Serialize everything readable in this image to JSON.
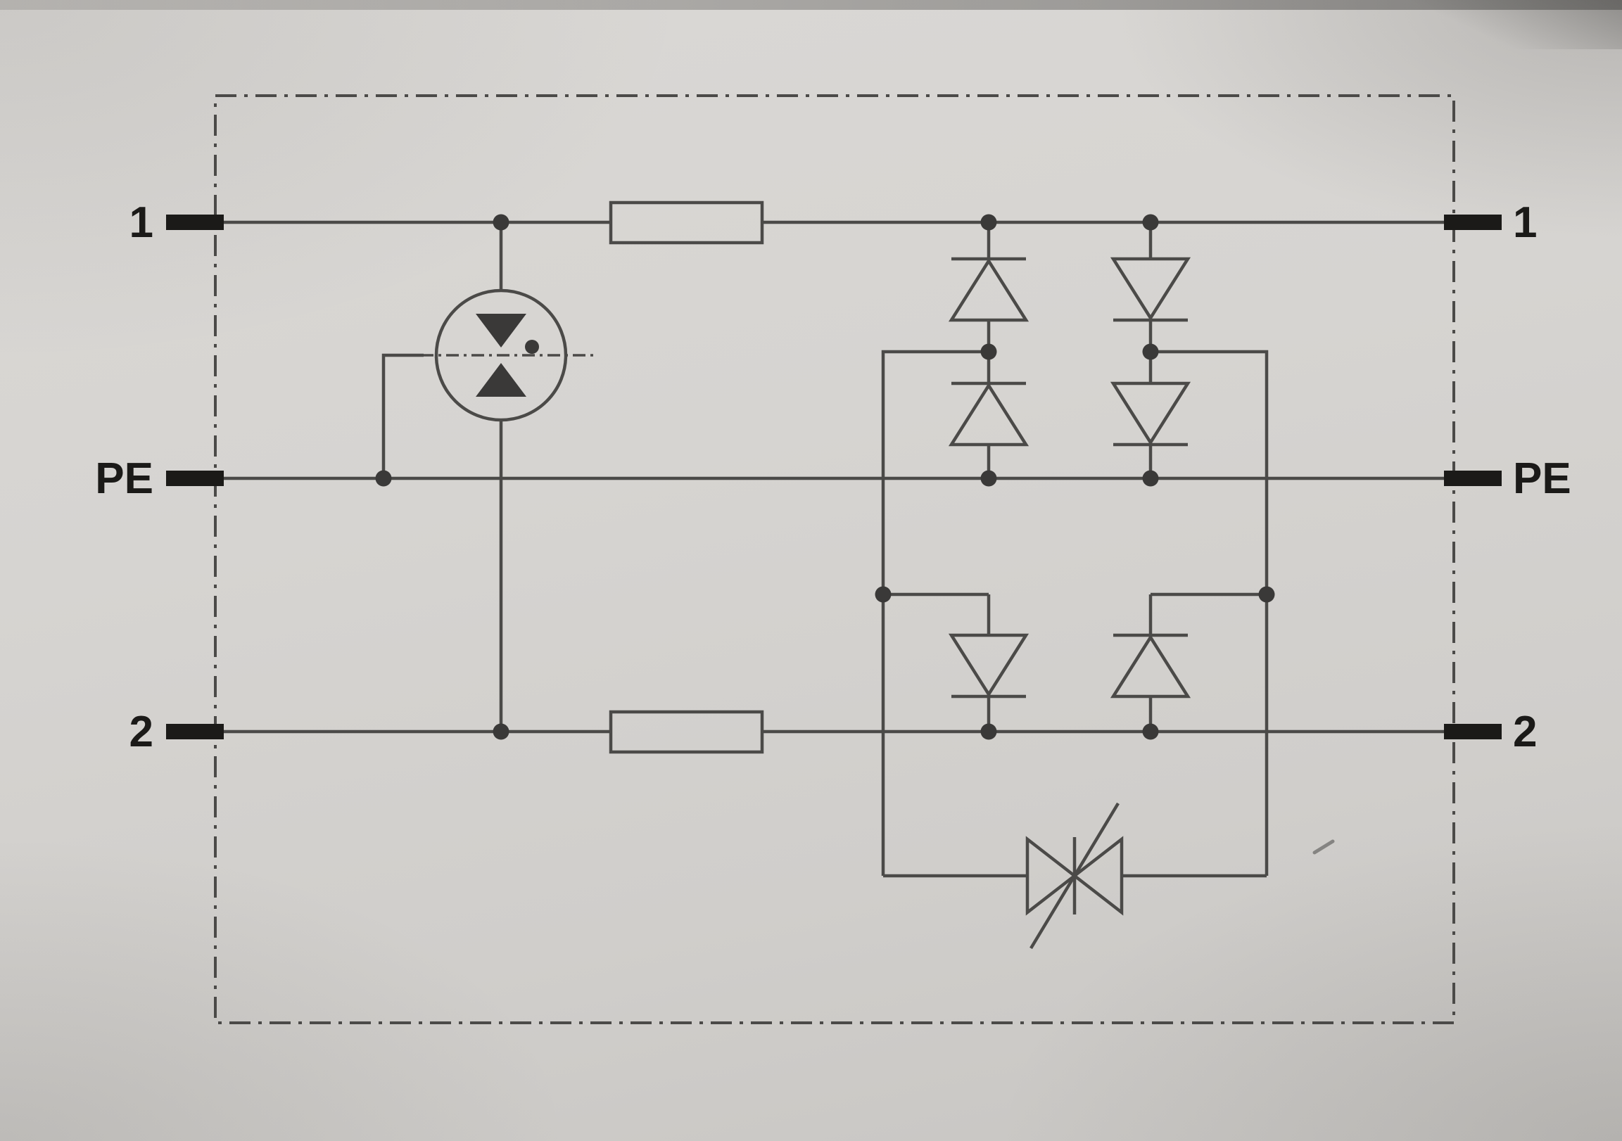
{
  "colors": {
    "paper": "#d6d4d1",
    "line": "#4b4a48",
    "junction": "#3a3938",
    "ink": "#1b1a18"
  },
  "terminals": {
    "left": {
      "line1": "1",
      "pe": "PE",
      "line2": "2"
    },
    "right": {
      "line1": "1",
      "pe": "PE",
      "line2": "2"
    }
  },
  "components": {
    "enclosure": "dash-dot-device-boundary",
    "resistor_line1": "series-resistor",
    "resistor_line2": "series-resistor",
    "arrester": "three-electrode-gas-discharge-tube",
    "upper_diode_column_left": "two-series-suppressor-diodes",
    "upper_diode_column_right": "two-series-suppressor-diodes",
    "lower_diode_left": "suppressor-diode",
    "lower_diode_right": "suppressor-diode",
    "clamp": "bidirectional-thyristor"
  }
}
